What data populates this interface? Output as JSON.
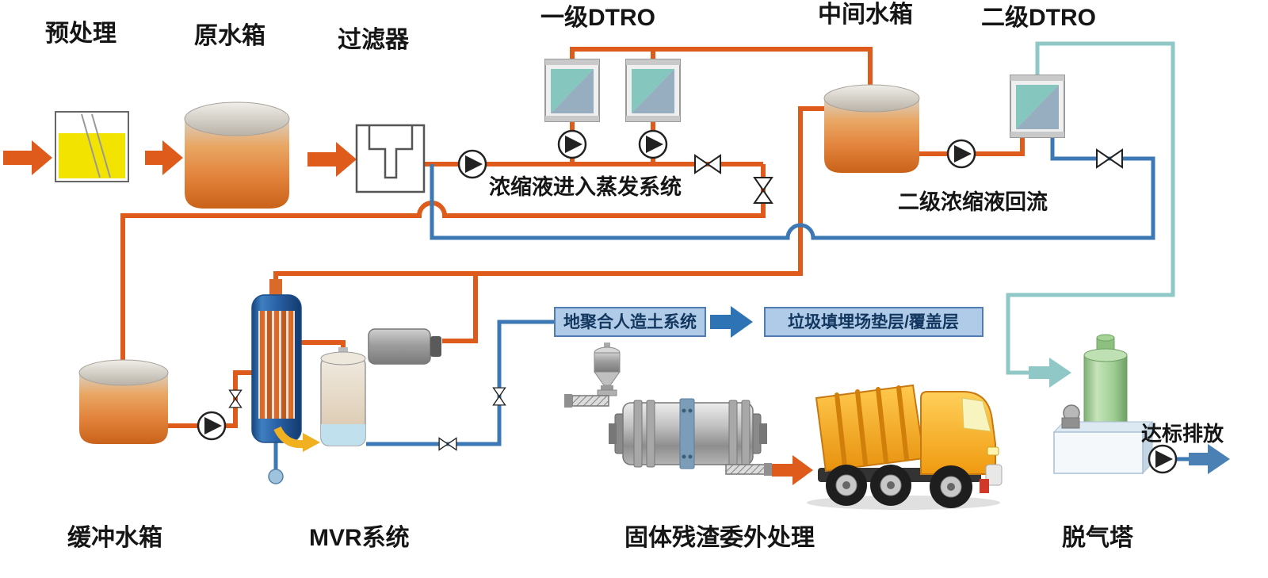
{
  "diagram": {
    "title_context": "leachate-treatment-process-flow",
    "labels": {
      "pretreatment": "预处理",
      "raw_tank": "原水箱",
      "filter": "过滤器",
      "dtro_stage1": "一级DTRO",
      "mid_tank": "中间水箱",
      "dtro_stage2": "二级DTRO",
      "concentrate_note": "浓缩液进入蒸发系统",
      "reflux_note": "二级浓缩液回流",
      "geo_system": "地聚合人造土系统",
      "landfill_layer": "垃圾填埋场垫层/覆盖层",
      "buffer_tank": "缓冲水箱",
      "mvr_system": "MVR系统",
      "solid_residue": "固体残渣委外处理",
      "discharge": "达标排放",
      "degas_tower": "脱气塔"
    },
    "colors": {
      "concentrate_line": "#DE5B1C",
      "permeate_line": "#3C78B4",
      "clean_water_line": "#8FC8C6",
      "pretreatment_fill": "#F2E300",
      "tank_fill": "#E2823B",
      "info_box_fill": "#AFCBE8",
      "info_box_border": "#4F7DB3",
      "truck_fill": "#F2A418",
      "tower_fill": "#9ECD92"
    }
  }
}
